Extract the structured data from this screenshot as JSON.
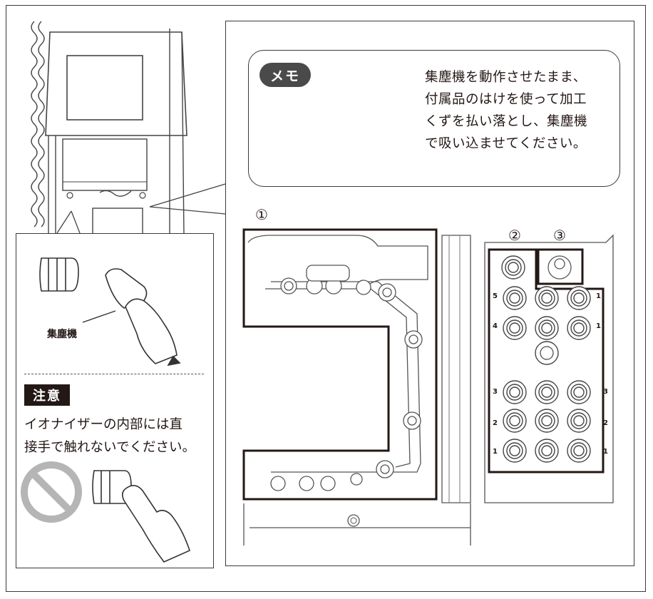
{
  "memo": {
    "badge": "メモ",
    "lines": [
      "集塵機を動作させたまま、",
      "付属品のはけを使って加工",
      "くずを払い落とし、集塵機",
      "で吸い込ませてください。"
    ]
  },
  "callout": {
    "collector_label": "集塵機",
    "caution_badge": "注意",
    "caution_lines": [
      "イオナイザーの内部には直",
      "接手で触れないでください。"
    ]
  },
  "markers": {
    "m1": "①",
    "m2": "②",
    "m3": "③"
  },
  "plate_numbers": {
    "left": [
      "5",
      "4",
      "3",
      "2",
      "1"
    ],
    "right": [
      "1",
      "1",
      "3",
      "2",
      "1"
    ]
  },
  "icons": {
    "brush": "brush-icon",
    "prohibited": "prohibited-icon",
    "collector": "dust-collector-icon",
    "hand": "hand-icon"
  }
}
